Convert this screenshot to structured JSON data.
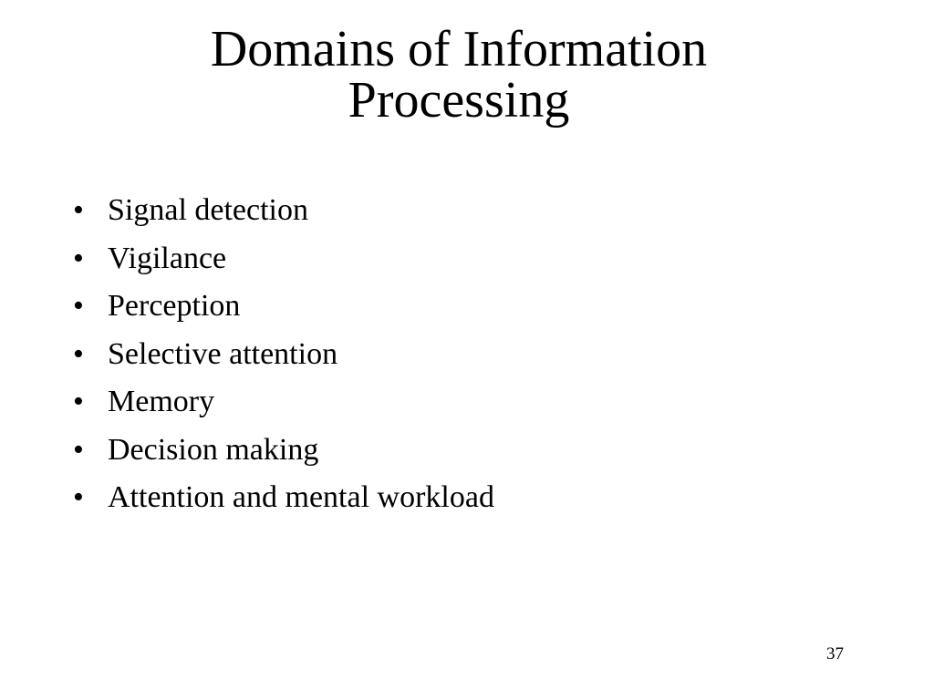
{
  "slide": {
    "title_lines": [
      "Domains of Information",
      "Processing"
    ],
    "bullet_symbol": "•",
    "bullets": [
      "Signal detection",
      "Vigilance",
      "Perception",
      "Selective attention",
      "Memory",
      "Decision making",
      "Attention and mental workload"
    ],
    "page_number": "37"
  }
}
